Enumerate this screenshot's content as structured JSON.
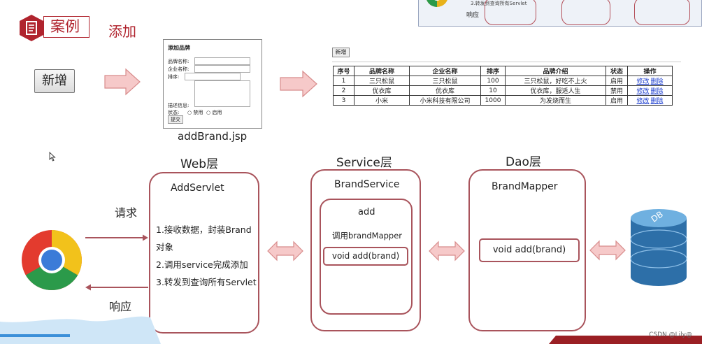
{
  "header": {
    "title": "案例",
    "subtitle": "添加"
  },
  "mini_preview": {
    "text": "3.转发到查询所有Servlet",
    "response": "响应"
  },
  "add_button": {
    "label": "新增"
  },
  "add_form": {
    "title": "添加品牌",
    "fields": [
      {
        "label": "品牌名称:"
      },
      {
        "label": "企业名称:"
      },
      {
        "label": "排序:"
      },
      {
        "label": "描述信息:"
      }
    ],
    "status_label": "状态:",
    "status_options": [
      "禁用",
      "启用"
    ],
    "submit_label": "提交",
    "caption": "addBrand.jsp"
  },
  "brand_table": {
    "new_button": "新增",
    "headers": [
      "序号",
      "品牌名称",
      "企业名称",
      "排序",
      "品牌介绍",
      "状态",
      "操作"
    ],
    "rows": [
      {
        "id": "1",
        "brand": "三只松鼠",
        "company": "三只松鼠",
        "order": "100",
        "desc": "三只松鼠，好吃不上火",
        "status": "启用",
        "edit": "修改",
        "delete": "删除"
      },
      {
        "id": "2",
        "brand": "优衣库",
        "company": "优衣库",
        "order": "10",
        "desc": "优衣库，服适人生",
        "status": "禁用",
        "edit": "修改",
        "delete": "删除"
      },
      {
        "id": "3",
        "brand": "小米",
        "company": "小米科技有限公司",
        "order": "1000",
        "desc": "为发烧而生",
        "status": "启用",
        "edit": "修改",
        "delete": "删除"
      }
    ]
  },
  "layers": {
    "web": {
      "title": "Web层",
      "servlet": "AddServlet",
      "steps": [
        "1.接收数据，封装Brand对象",
        "2.调用service完成添加",
        "3.转发到查询所有Servlet"
      ]
    },
    "service": {
      "title": "Service层",
      "class": "BrandService",
      "method": "add",
      "call": "调用brandMapper",
      "signature": "void add(brand)"
    },
    "dao": {
      "title": "Dao层",
      "class": "BrandMapper",
      "signature": "void add(brand)"
    }
  },
  "browser": {
    "request": "请求",
    "response": "响应"
  },
  "database": {
    "label": "DB"
  },
  "watermark": "CSDN @Lily@",
  "colors": {
    "accent": "#b0242e",
    "box_border": "#a9545c",
    "arrow_fill": "#f6c9c9",
    "db_blue": "#2d6fa8"
  }
}
